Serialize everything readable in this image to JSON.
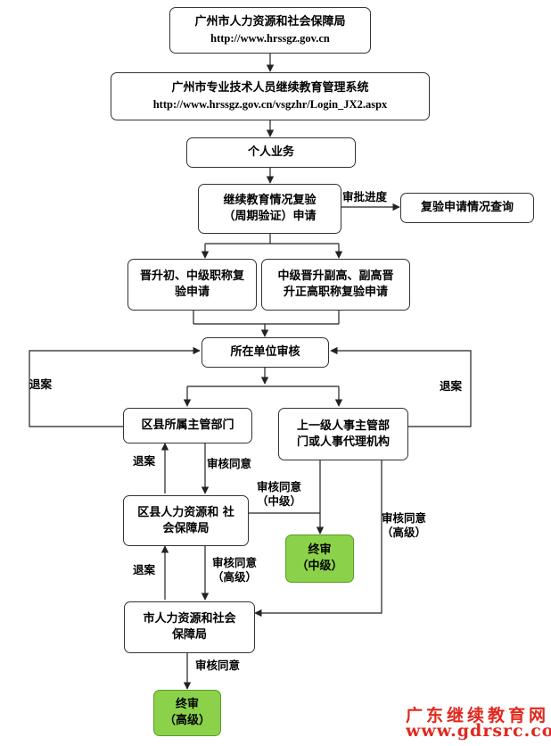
{
  "nodes": {
    "bureau": {
      "title": "广州市人力资源和社会保障局",
      "url": "http://www.hrssgz.gov.cn"
    },
    "system": {
      "title": "广州市专业技术人员继续教育管理系统",
      "url": "http://www.hrssgz.gov.cn/vsgzhr/Login_JX2.aspx"
    },
    "personal": "个人业务",
    "apply": {
      "line1": "继续教育情况复验",
      "line2": "（周期验证）申请"
    },
    "query": "复验申请情况查询",
    "junior": {
      "line1": "晋升初、中级职称复",
      "line2": "验申请"
    },
    "senior": {
      "line1": "中级晋升副高、副高晋",
      "line2": "升正高职称复验申请"
    },
    "unit": "所在单位审核",
    "county_dept": "区县所属主管部门",
    "upper": {
      "line1": "上一级人事主管部",
      "line2": "门或人事代理机构"
    },
    "county_bureau": {
      "line1": "区县人力资源和  社",
      "line2": "会保障局"
    },
    "final_mid": {
      "line1": "终审",
      "line2": "（中级）"
    },
    "city_bureau": {
      "line1": "市人力资源和社会",
      "line2": "保障局"
    },
    "final_high": {
      "line1": "终审",
      "line2": "（高级）"
    }
  },
  "labels": {
    "progress": "审批进度",
    "return_left": "退案",
    "return_right": "退案",
    "return_1": "退案",
    "return_2": "退案",
    "agree_1": "审核同意",
    "agree_mid": {
      "line1": "审核同意",
      "line2": "（中级）"
    },
    "agree_high_right": {
      "line1": "审核同意",
      "line2": "（高级）"
    },
    "agree_high_left": {
      "line1": "审核同意",
      "line2": "（高级）"
    },
    "agree_final": "审核同意"
  },
  "watermark": {
    "cn": "广东继续教育网",
    "url": "www.gdrsrc.com"
  },
  "colors": {
    "final_fill": "#8bd24a",
    "watermark": "#e0281e"
  }
}
